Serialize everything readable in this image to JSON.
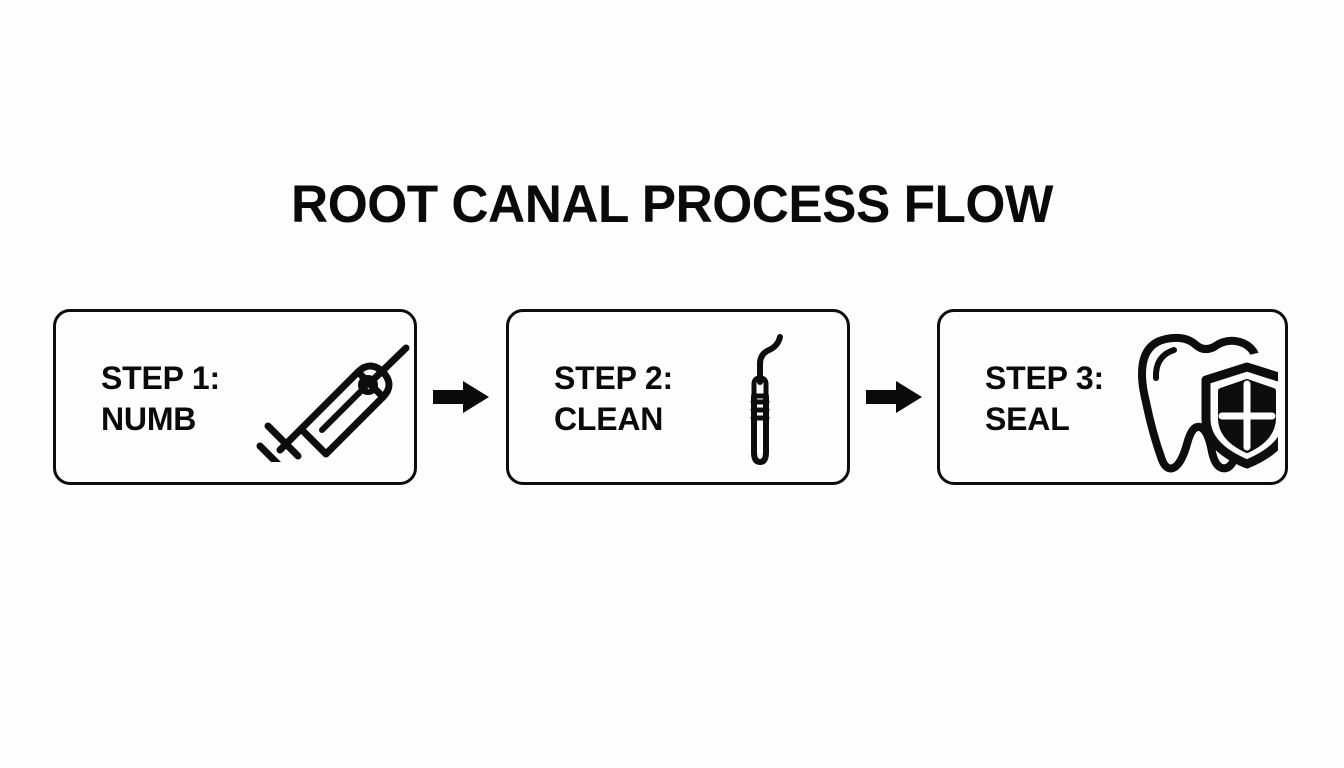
{
  "page": {
    "title": "ROOT CANAL PROCESS FLOW",
    "background_color": "#fdfdfd",
    "ink_color": "#0a0a0a"
  },
  "flow": {
    "steps": [
      {
        "label_line1": "STEP 1:",
        "label_line2": "NUMB",
        "icon": "syringe-icon"
      },
      {
        "label_line1": "STEP 2:",
        "label_line2": "CLEAN",
        "icon": "dental-probe-icon"
      },
      {
        "label_line1": "STEP 3:",
        "label_line2": "SEAL",
        "icon": "tooth-shield-icon"
      }
    ],
    "connectors": [
      {
        "icon": "arrow-right-icon"
      },
      {
        "icon": "arrow-right-icon"
      }
    ]
  }
}
